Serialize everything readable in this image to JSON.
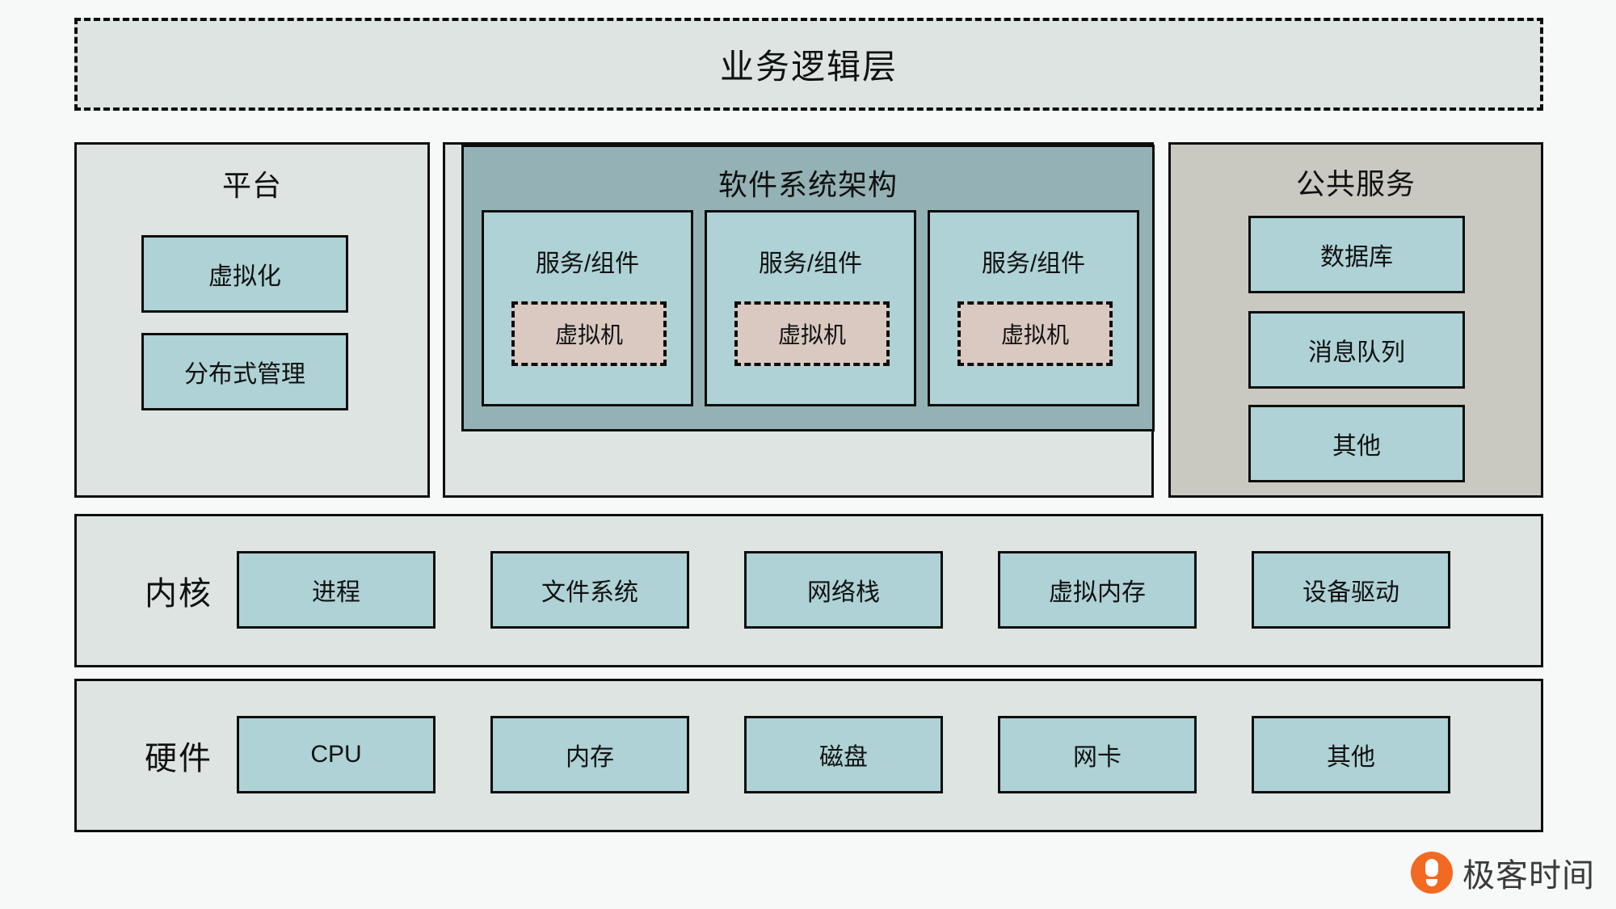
{
  "diagram": {
    "title": "业务逻辑层",
    "business_layer": {
      "label": "业务逻辑层",
      "border_style": "dashed",
      "fill": "#dde4e2"
    },
    "platform": {
      "title": "平台",
      "fill": "#dde4e2",
      "items": [
        {
          "label": "虚拟化"
        },
        {
          "label": "分布式管理"
        }
      ]
    },
    "software_architecture": {
      "title": "软件系统架构",
      "fill": "#94b2b5",
      "services": [
        {
          "label": "服务/组件",
          "vm": "虚拟机"
        },
        {
          "label": "服务/组件",
          "vm": "虚拟机"
        },
        {
          "label": "服务/组件",
          "vm": "虚拟机"
        }
      ]
    },
    "public_services": {
      "title": "公共服务",
      "fill": "#c9c9c1",
      "items": [
        {
          "label": "数据库"
        },
        {
          "label": "消息队列"
        },
        {
          "label": "其他"
        }
      ]
    },
    "kernel": {
      "label": "内核",
      "fill": "#dde4e2",
      "items": [
        {
          "label": "进程"
        },
        {
          "label": "文件系统"
        },
        {
          "label": "网络栈"
        },
        {
          "label": "虚拟内存"
        },
        {
          "label": "设备驱动"
        }
      ]
    },
    "hardware": {
      "label": "硬件",
      "fill": "#dde4e2",
      "items": [
        {
          "label": "CPU"
        },
        {
          "label": "内存"
        },
        {
          "label": "磁盘"
        },
        {
          "label": "网卡"
        },
        {
          "label": "其他"
        }
      ]
    },
    "watermark": {
      "text": "极客时间",
      "logo_color": "#f26a21"
    },
    "colors": {
      "panel_pale": "#dde4e2",
      "chip_teal": "#aed2d5",
      "arch_teal": "#94b2b5",
      "public_gray": "#c9c9c1",
      "vm_pink": "#d9c9c1",
      "stroke": "#0d0d0d",
      "page_bg": "#f7f8f8"
    }
  }
}
